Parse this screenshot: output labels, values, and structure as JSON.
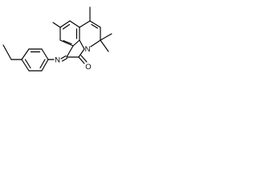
{
  "molecule": {
    "atom_labels": {
      "ring_nitrogen": "N",
      "imine_nitrogen": "N",
      "carbonyl_oxygen": "O"
    },
    "colors": {
      "bond": "#000000",
      "label": "#000000",
      "background": "#ffffff"
    }
  }
}
